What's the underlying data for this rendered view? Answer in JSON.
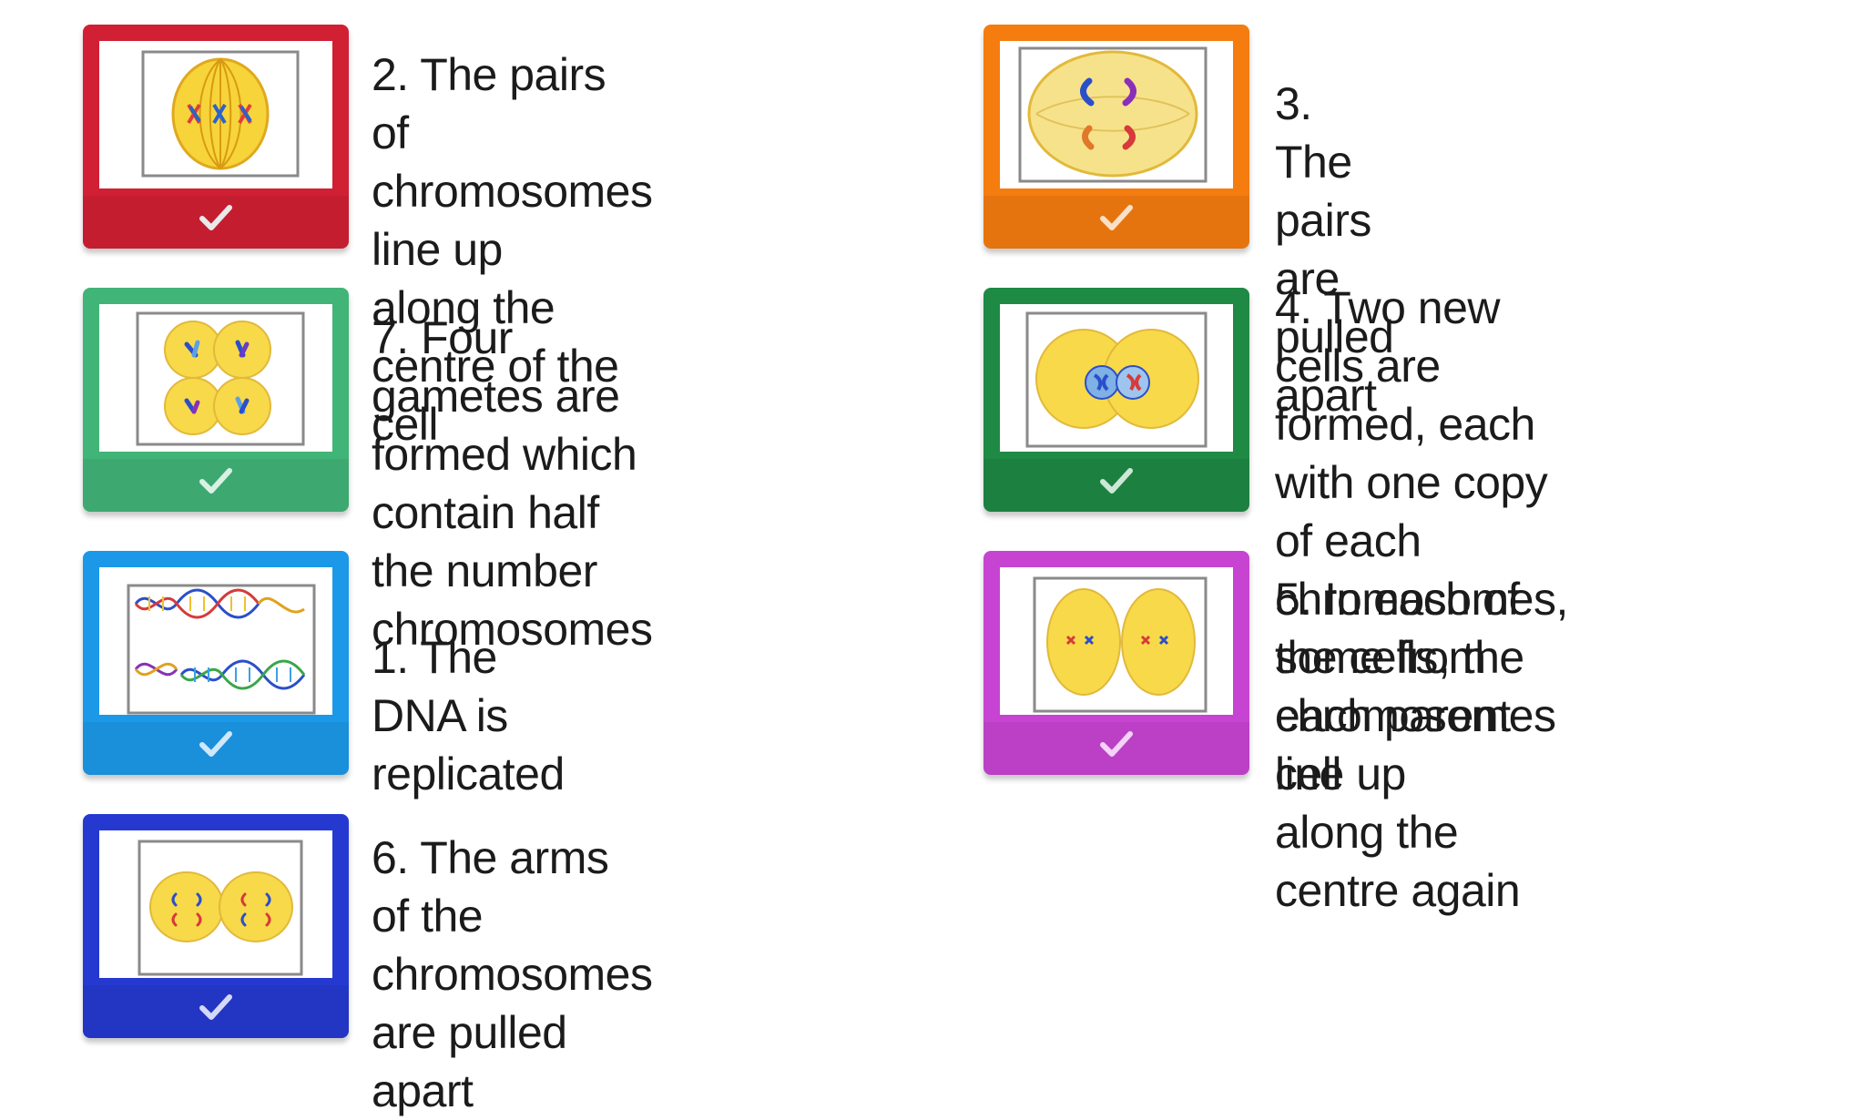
{
  "items": [
    {
      "id": "step-2",
      "label": "2. The pairs\nof chromosomes line up\nalong the centre of the cell",
      "color": "#d11f34",
      "icon": "metaphase-cell-icon",
      "checked": true
    },
    {
      "id": "step-3",
      "label": "3. The pairs are\npulled apart",
      "color": "#f57c0f",
      "icon": "anaphase-cell-icon",
      "checked": true
    },
    {
      "id": "step-7",
      "label": "7. Four gametes are\nformed which contain half\nthe number chromosomes",
      "color": "#41b477",
      "icon": "four-gametes-icon",
      "checked": true
    },
    {
      "id": "step-4",
      "label": "4. Two new cells are\nformed, each with one copy\nof each chromosomes,\nsome from each parent cell",
      "color": "#1e8a44",
      "icon": "two-daughter-cells-icon",
      "checked": true
    },
    {
      "id": "step-1",
      "label": "1. The DNA is replicated",
      "color": "#1c98e8",
      "icon": "dna-helix-icon",
      "checked": true
    },
    {
      "id": "step-5",
      "label": "5. In each of the cells, the\nchromosomes line up\nalong the centre again",
      "color": "#c744d2",
      "icon": "second-metaphase-icon",
      "checked": true
    },
    {
      "id": "step-6",
      "label": "6. The arms of the\nchromosomes\nare pulled apart",
      "color": "#2539d0",
      "icon": "second-anaphase-icon",
      "checked": true
    }
  ]
}
